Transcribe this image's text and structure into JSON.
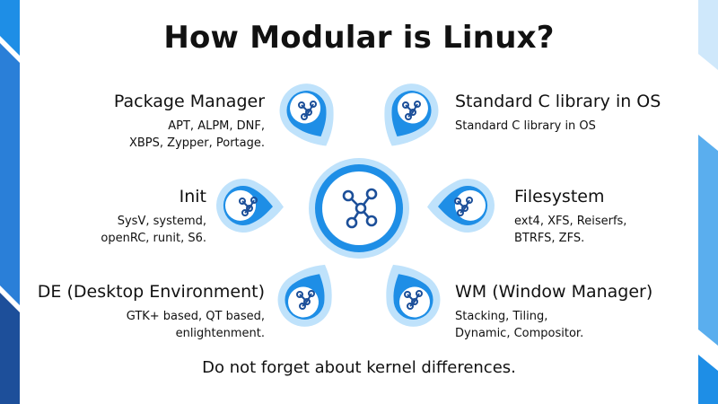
{
  "title": "How Modular is Linux?",
  "footer": "Do not forget about kernel differences.",
  "colors": {
    "accent": "#1e8ee6",
    "light": "#bfe2fb",
    "dark": "#1d4f9a",
    "icon": "#1c4f99"
  },
  "icons": {
    "center": "network-graph-icon",
    "nodes": "node-graph-icon"
  },
  "components": {
    "package_manager": {
      "heading": "Package Manager",
      "lines": [
        "APT, ALPM, DNF,",
        "XBPS, Zypper, Portage."
      ]
    },
    "init": {
      "heading": "Init",
      "lines": [
        "SysV, systemd,",
        "openRC, runit, S6."
      ]
    },
    "de": {
      "heading": "DE (Desktop Environment)",
      "lines": [
        "GTK+ based, QT based,",
        "enlightenment."
      ]
    },
    "libc": {
      "heading": "Standard C library in OS",
      "lines": [
        "Standard C library in OS"
      ]
    },
    "filesystem": {
      "heading": "Filesystem",
      "lines": [
        "ext4, XFS, Reiserfs,",
        "BTRFS, ZFS."
      ]
    },
    "wm": {
      "heading": "WM (Window Manager)",
      "lines": [
        "Stacking, Tiling,",
        "Dynamic, Compositor."
      ]
    }
  }
}
